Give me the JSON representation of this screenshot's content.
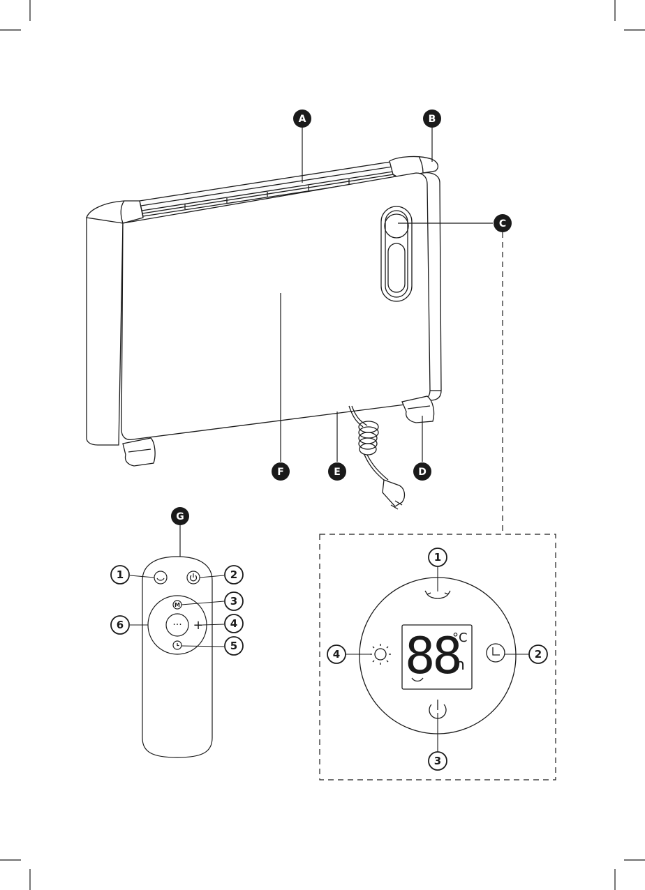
{
  "callouts": {
    "A": "A",
    "B": "B",
    "C": "C",
    "D": "D",
    "E": "E",
    "F": "F",
    "G": "G"
  },
  "remote_numbers": [
    "1",
    "2",
    "3",
    "4",
    "5",
    "6"
  ],
  "panel_numbers": [
    "1",
    "2",
    "3",
    "4"
  ],
  "display": {
    "digits": "88",
    "unit_temp": "°C",
    "unit_hours": "h"
  },
  "remote_center_label": "···",
  "remote_plus_label": "+",
  "remote_mode_label": "M",
  "colors": {
    "ink": "#1a1a1a",
    "badge": "#1a1a1a",
    "background": "#ffffff"
  },
  "icons": {
    "remote_1": "oscillation-icon",
    "remote_2": "power-icon",
    "remote_3": "mode-icon",
    "remote_5": "timer-icon",
    "panel_1": "oscillation-icon",
    "panel_2": "timer-icon",
    "panel_3": "power-icon",
    "panel_4": "brightness-icon"
  }
}
